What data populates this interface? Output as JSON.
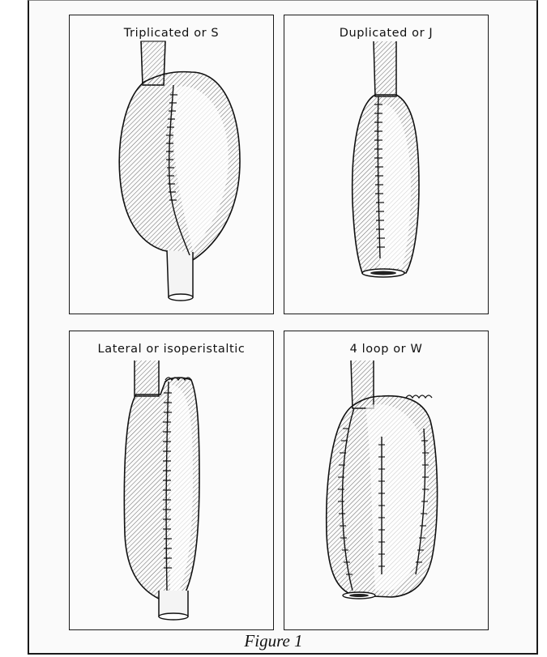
{
  "panels": [
    {
      "id": "s",
      "title": "Triplicated or S"
    },
    {
      "id": "j",
      "title": "Duplicated or J"
    },
    {
      "id": "lat",
      "title": "Lateral or isoperistaltic"
    },
    {
      "id": "w",
      "title": "4 loop or W"
    }
  ],
  "caption": "Figure 1"
}
